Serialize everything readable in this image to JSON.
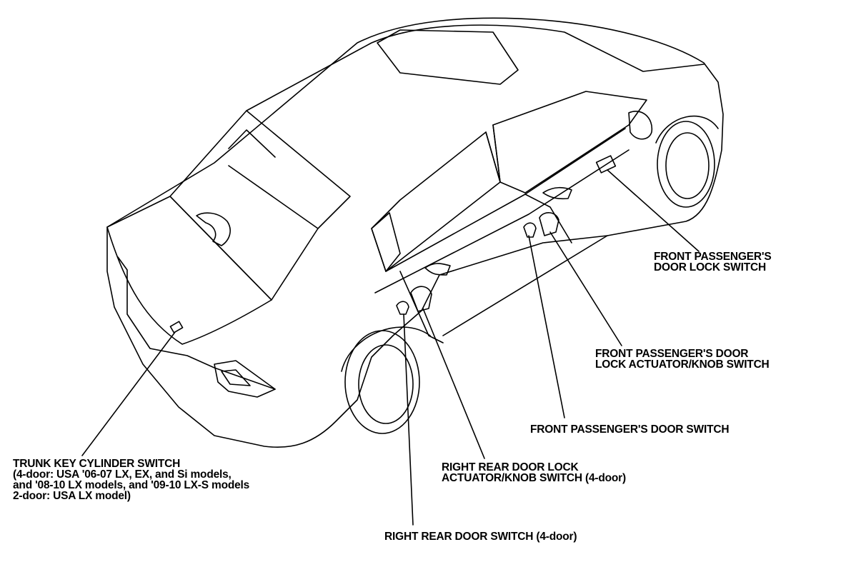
{
  "labels": {
    "front_passenger_door_lock_switch": [
      "FRONT PASSENGER'S",
      "DOOR LOCK SWITCH"
    ],
    "front_passenger_door_lock_actuator": [
      "FRONT PASSENGER'S DOOR",
      "LOCK ACTUATOR/KNOB SWITCH"
    ],
    "front_passenger_door_switch": [
      "FRONT PASSENGER'S DOOR SWITCH"
    ],
    "right_rear_door_lock_actuator": [
      "RIGHT REAR DOOR LOCK",
      "ACTUATOR/KNOB SWITCH (4-door)"
    ],
    "right_rear_door_switch": [
      "RIGHT REAR DOOR SWITCH (4-door)"
    ],
    "trunk_key_cylinder_switch": [
      "TRUNK KEY CYLINDER SWITCH",
      "(4-door: USA '06-07 LX, EX, and Si models,",
      "and '08-10 LX models, and '09-10 LX-S   models",
      "2-door: USA LX model)"
    ]
  },
  "colors": {
    "line": "#000000",
    "background": "#ffffff"
  }
}
